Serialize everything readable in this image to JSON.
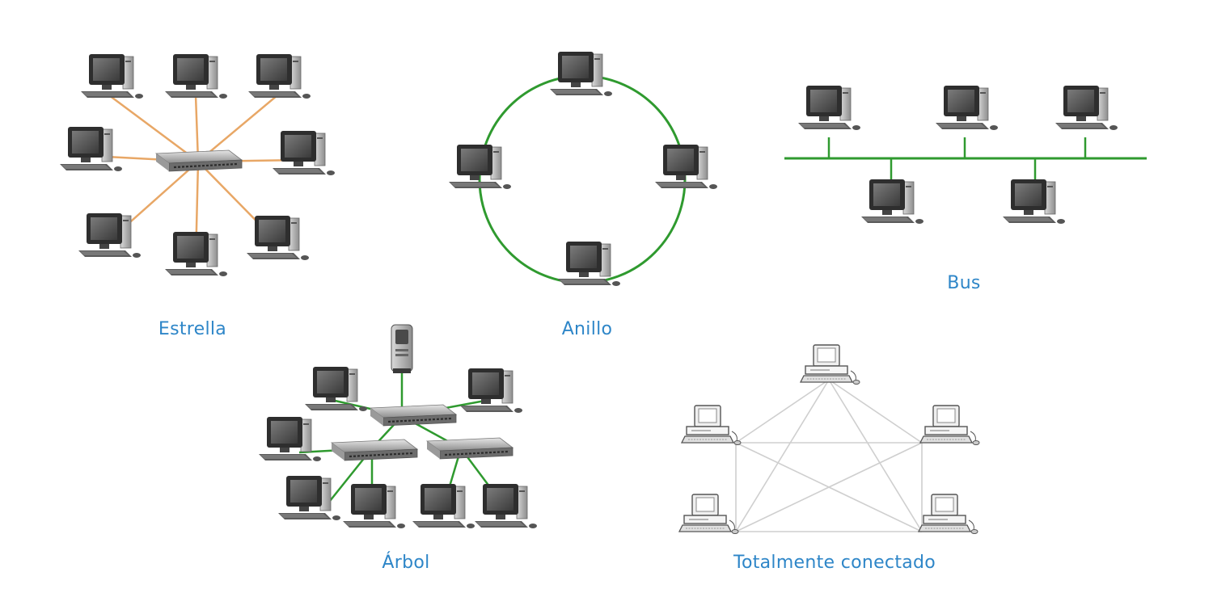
{
  "labels": {
    "star": "Estrella",
    "ring": "Anillo",
    "bus": "Bus",
    "tree": "Árbol",
    "mesh": "Totalmente conectado"
  },
  "colors": {
    "caption": "#2e86c8",
    "star_link": "#e8a766",
    "green_link": "#2f9a2f",
    "mesh_link": "#cfcfcf"
  },
  "icons": {
    "pc": "desktop-computer-icon",
    "switch": "network-switch-icon",
    "server": "server-tower-icon",
    "old_pc": "retro-computer-icon"
  }
}
